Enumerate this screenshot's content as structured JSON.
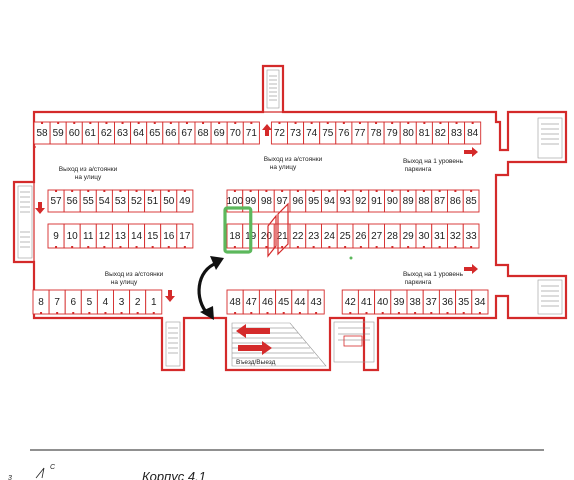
{
  "rows": {
    "top": [
      "58",
      "59",
      "60",
      "61",
      "62",
      "63",
      "64",
      "65",
      "66",
      "67",
      "68",
      "69",
      "70",
      "71",
      "72",
      "73",
      "74",
      "75",
      "76",
      "77",
      "78",
      "79",
      "80",
      "81",
      "82",
      "83",
      "84"
    ],
    "mid_left_upper": [
      "57",
      "56",
      "55",
      "54",
      "53",
      "52",
      "51",
      "50",
      "49"
    ],
    "mid_left_lower": [
      "9",
      "10",
      "11",
      "12",
      "13",
      "14",
      "15",
      "16",
      "17"
    ],
    "mid_right_upper": [
      "100",
      "99",
      "98",
      "97",
      "96",
      "95",
      "94",
      "93",
      "92",
      "91",
      "90",
      "89",
      "88",
      "87",
      "86",
      "85"
    ],
    "mid_right_lower": [
      "18",
      "19",
      "20",
      "21",
      "22",
      "23",
      "24",
      "25",
      "26",
      "27",
      "28",
      "29",
      "30",
      "31",
      "32",
      "33"
    ],
    "bottom_left": [
      "8",
      "7",
      "6",
      "5",
      "4",
      "3",
      "2",
      "1"
    ],
    "bottom_right": [
      "48",
      "47",
      "46",
      "45",
      "44",
      "43",
      "42",
      "41",
      "40",
      "39",
      "38",
      "37",
      "36",
      "35",
      "34"
    ]
  },
  "highlighted_space": "18",
  "labels": {
    "exit_street_left_1": "Выход из а/стоянки",
    "exit_street_left_2": "на улицу",
    "exit_street_center_1": "Выход из а/стоянки",
    "exit_street_center_2": "на улицу",
    "exit_level_top_1": "Выход на 1 уровень",
    "exit_level_top_2": "паркинга",
    "exit_street_bottom_1": "Выход из а/стоянки",
    "exit_street_bottom_2": "на улицу",
    "exit_level_bottom_1": "Выход на 1 уровень",
    "exit_level_bottom_2": "паркинга",
    "ramp": "Въезд/Выезд"
  },
  "footer": {
    "title": "Корпус 4.1",
    "page_mark": "3",
    "compass_letter": "С"
  },
  "colors": {
    "walls": "#d42a2a",
    "highlight": "#5cb85c",
    "text": "#1c1c1c"
  }
}
